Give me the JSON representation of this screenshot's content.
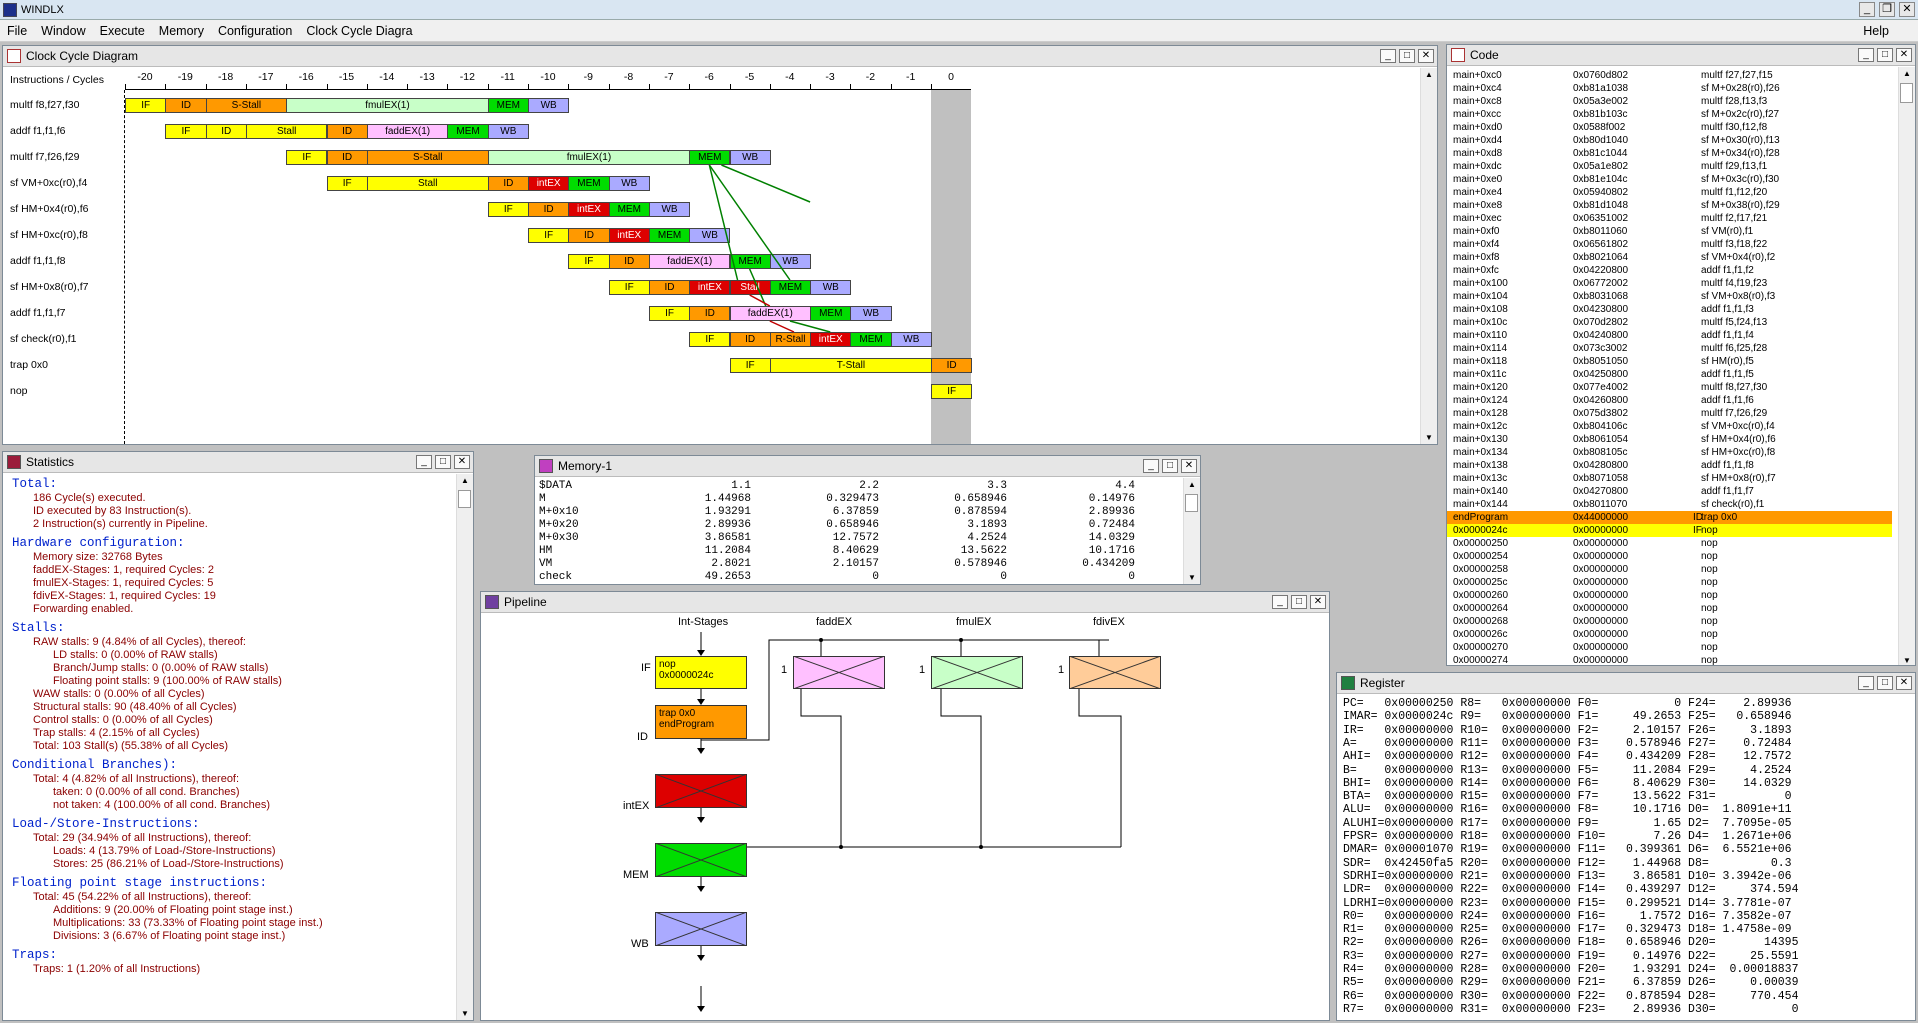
{
  "app": {
    "title": "WINDLX"
  },
  "menu": [
    "File",
    "Window",
    "Execute",
    "Memory",
    "Configuration",
    "Clock Cycle Diagra"
  ],
  "menu_help": "Help",
  "clock": {
    "title": "Clock Cycle Diagram",
    "header": "Instructions / Cycles",
    "ticks": [
      "-20",
      "-19",
      "-18",
      "-17",
      "-16",
      "-15",
      "-14",
      "-13",
      "-12",
      "-11",
      "-10",
      "-9",
      "-8",
      "-7",
      "-6",
      "-5",
      "-4",
      "-3",
      "-2",
      "-1",
      "0"
    ],
    "instructions": [
      "multf f8,f27,f30",
      "addf f1,f1,f6",
      "multf f7,f26,f29",
      "sf VM+0xc(r0),f4",
      "sf HM+0x4(r0),f6",
      "sf HM+0xc(r0),f8",
      "addf f1,f1,f8",
      "sf HM+0x8(r0),f7",
      "addf f1,f1,f7",
      "sf check(r0),f1",
      "trap 0x0",
      "nop"
    ],
    "rows": [
      [
        [
          "IF",
          0,
          1,
          "#ffff00"
        ],
        [
          "ID",
          1,
          1,
          "#ff9900"
        ],
        [
          "S-Stall",
          2,
          2,
          "#ff9900"
        ],
        [
          "fmulEX(1)",
          4,
          5,
          "#c8ffc8"
        ],
        [
          "MEM",
          9,
          1,
          "#00dd00"
        ],
        [
          "WB",
          10,
          1,
          "#aaaaff"
        ]
      ],
      [
        [
          "IF",
          1,
          1,
          "#ffff00"
        ],
        [
          "ID",
          2,
          1,
          "#ffff00"
        ],
        [
          "Stall",
          3,
          2,
          "#ffff00"
        ],
        [
          "ID",
          5,
          1,
          "#ff9900"
        ],
        [
          "faddEX(1)",
          6,
          2,
          "#ffc0ff"
        ],
        [
          "MEM",
          8,
          1,
          "#00dd00"
        ],
        [
          "WB",
          9,
          1,
          "#aaaaff"
        ]
      ],
      [
        [
          "IF",
          4,
          1,
          "#ffff00"
        ],
        [
          "ID",
          5,
          1,
          "#ff9900"
        ],
        [
          "S-Stall",
          6,
          3,
          "#ff9900"
        ],
        [
          "fmulEX(1)",
          9,
          5,
          "#c8ffc8"
        ],
        [
          "MEM",
          14,
          1,
          "#00dd00"
        ],
        [
          "WB",
          15,
          1,
          "#aaaaff"
        ]
      ],
      [
        [
          "IF",
          5,
          1,
          "#ffff00"
        ],
        [
          "Stall",
          6,
          3,
          "#ffff00"
        ],
        [
          "ID",
          9,
          1,
          "#ff9900"
        ],
        [
          "intEX",
          10,
          1,
          "#dd0000"
        ],
        [
          "MEM",
          11,
          1,
          "#00dd00"
        ],
        [
          "WB",
          12,
          1,
          "#aaaaff"
        ]
      ],
      [
        [
          "IF",
          9,
          1,
          "#ffff00"
        ],
        [
          "ID",
          10,
          1,
          "#ff9900"
        ],
        [
          "intEX",
          11,
          1,
          "#dd0000"
        ],
        [
          "MEM",
          12,
          1,
          "#00dd00"
        ],
        [
          "WB",
          13,
          1,
          "#aaaaff"
        ]
      ],
      [
        [
          "IF",
          10,
          1,
          "#ffff00"
        ],
        [
          "ID",
          11,
          1,
          "#ff9900"
        ],
        [
          "intEX",
          12,
          1,
          "#dd0000"
        ],
        [
          "MEM",
          13,
          1,
          "#00dd00"
        ],
        [
          "WB",
          14,
          1,
          "#aaaaff"
        ]
      ],
      [
        [
          "IF",
          11,
          1,
          "#ffff00"
        ],
        [
          "ID",
          12,
          1,
          "#ff9900"
        ],
        [
          "faddEX(1)",
          13,
          2,
          "#ffc0ff"
        ],
        [
          "MEM",
          15,
          1,
          "#00dd00"
        ],
        [
          "WB",
          16,
          1,
          "#aaaaff"
        ]
      ],
      [
        [
          "IF",
          12,
          1,
          "#ffff00"
        ],
        [
          "ID",
          13,
          1,
          "#ff9900"
        ],
        [
          "intEX",
          14,
          1,
          "#dd0000"
        ],
        [
          "Stall",
          15,
          1,
          "#dd0000"
        ],
        [
          "MEM",
          16,
          1,
          "#00dd00"
        ],
        [
          "WB",
          17,
          1,
          "#aaaaff"
        ]
      ],
      [
        [
          "IF",
          13,
          1,
          "#ffff00"
        ],
        [
          "ID",
          14,
          1,
          "#ff9900"
        ],
        [
          "faddEX(1)",
          15,
          2,
          "#ffc0ff"
        ],
        [
          "MEM",
          17,
          1,
          "#00dd00"
        ],
        [
          "WB",
          18,
          1,
          "#aaaaff"
        ]
      ],
      [
        [
          "IF",
          14,
          1,
          "#ffff00"
        ],
        [
          "ID",
          15,
          1,
          "#ff9900"
        ],
        [
          "R-Stall",
          16,
          1,
          "#ff9900"
        ],
        [
          "intEX",
          17,
          1,
          "#dd0000"
        ],
        [
          "MEM",
          18,
          1,
          "#00dd00"
        ],
        [
          "WB",
          19,
          1,
          "#aaaaff"
        ]
      ],
      [
        [
          "IF",
          15,
          1,
          "#ffff00"
        ],
        [
          "T-Stall",
          16,
          4,
          "#ffff00"
        ],
        [
          "ID",
          20,
          1,
          "#ff9900"
        ]
      ],
      [
        [
          "IF",
          20,
          1,
          "#ffff00"
        ]
      ]
    ]
  },
  "stats": {
    "title": "Statistics",
    "lines": [
      [
        "h",
        "Total:"
      ],
      [
        "i",
        "186 Cycle(s) executed."
      ],
      [
        "i",
        "ID executed by 83 Instruction(s)."
      ],
      [
        "i",
        "2 Instruction(s) currently in Pipeline."
      ],
      [
        "g",
        ""
      ],
      [
        "h",
        "Hardware configuration:"
      ],
      [
        "i",
        "Memory size: 32768 Bytes"
      ],
      [
        "i",
        "faddEX-Stages: 1, required Cycles: 2"
      ],
      [
        "i",
        "fmulEX-Stages: 1, required Cycles: 5"
      ],
      [
        "i",
        "fdivEX-Stages: 1, required Cycles: 19"
      ],
      [
        "i",
        "Forwarding enabled."
      ],
      [
        "g",
        ""
      ],
      [
        "h",
        "Stalls:"
      ],
      [
        "i",
        "RAW stalls: 9 (4.84% of all Cycles), thereof:"
      ],
      [
        "j",
        "LD stalls: 0 (0.00% of RAW stalls)"
      ],
      [
        "j",
        "Branch/Jump stalls: 0 (0.00% of RAW stalls)"
      ],
      [
        "j",
        "Floating point stalls: 9 (100.00% of RAW stalls)"
      ],
      [
        "i",
        "WAW stalls: 0 (0.00% of all Cycles)"
      ],
      [
        "i",
        "Structural stalls: 90 (48.40% of all Cycles)"
      ],
      [
        "i",
        "Control stalls: 0 (0.00% of all Cycles)"
      ],
      [
        "i",
        "Trap stalls: 4 (2.15% of all Cycles)"
      ],
      [
        "i",
        "Total: 103 Stall(s) (55.38% of all Cycles)"
      ],
      [
        "g",
        ""
      ],
      [
        "h",
        "Conditional Branches):"
      ],
      [
        "i",
        "Total: 4 (4.82% of all Instructions), thereof:"
      ],
      [
        "j",
        "taken: 0 (0.00% of all cond. Branches)"
      ],
      [
        "j",
        "not taken: 4 (100.00% of all cond. Branches)"
      ],
      [
        "g",
        ""
      ],
      [
        "h",
        "Load-/Store-Instructions:"
      ],
      [
        "i",
        "Total: 29 (34.94% of all Instructions), thereof:"
      ],
      [
        "j",
        "Loads: 4 (13.79% of Load-/Store-Instructions)"
      ],
      [
        "j",
        "Stores: 25 (86.21% of Load-/Store-Instructions)"
      ],
      [
        "g",
        ""
      ],
      [
        "h",
        "Floating point stage instructions:"
      ],
      [
        "i",
        "Total: 45 (54.22% of all Instructions), thereof:"
      ],
      [
        "j",
        "Additions: 9 (20.00% of Floating point stage inst.)"
      ],
      [
        "j",
        "Multiplications: 33 (73.33% of Floating point stage inst.)"
      ],
      [
        "j",
        "Divisions: 3 (6.67% of Floating point stage inst.)"
      ],
      [
        "g",
        ""
      ],
      [
        "h",
        "Traps:"
      ],
      [
        "i",
        "Traps: 1 (1.20% of all Instructions)"
      ]
    ]
  },
  "memory": {
    "title": "Memory-1",
    "rows": [
      [
        "$DATA",
        "1.1",
        "2.2",
        "3.3",
        "4.4"
      ],
      [
        "M",
        "1.44968",
        "0.329473",
        "0.658946",
        "0.14976"
      ],
      [
        "M+0x10",
        "1.93291",
        "6.37859",
        "0.878594",
        "2.89936"
      ],
      [
        "M+0x20",
        "2.89936",
        "0.658946",
        "3.1893",
        "0.72484"
      ],
      [
        "M+0x30",
        "3.86581",
        "12.7572",
        "4.2524",
        "14.0329"
      ],
      [
        "HM",
        "11.2084",
        "8.40629",
        "13.5622",
        "10.1716"
      ],
      [
        "VM",
        "2.8021",
        "2.10157",
        "0.578946",
        "0.434209"
      ],
      [
        "check",
        "49.2653",
        "0",
        "0",
        "0"
      ]
    ]
  },
  "pipeline": {
    "title": "Pipeline",
    "int_stages": "Int-Stages",
    "fadd": "faddEX",
    "fmul": "fmulEX",
    "fdiv": "fdivEX",
    "one": "1",
    "if_label": "IF",
    "id_label": "ID",
    "intex_label": "intEX",
    "mem_label": "MEM",
    "wb_label": "WB",
    "if_instr": "nop",
    "if_addr": "0x0000024c",
    "id_instr": "trap 0x0",
    "id_addr": "endProgram"
  },
  "code": {
    "title": "Code",
    "rows": [
      [
        "main+0xc0",
        "0x0760d802",
        "",
        "multf f27,f27,f15"
      ],
      [
        "main+0xc4",
        "0xb81a1038",
        "",
        "sf M+0x28(r0),f26"
      ],
      [
        "main+0xc8",
        "0x05a3e002",
        "",
        "multf f28,f13,f3"
      ],
      [
        "main+0xcc",
        "0xb81b103c",
        "",
        "sf M+0x2c(r0),f27"
      ],
      [
        "main+0xd0",
        "0x0588f002",
        "",
        "multf f30,f12,f8"
      ],
      [
        "main+0xd4",
        "0xb80d1040",
        "",
        "sf M+0x30(r0),f13"
      ],
      [
        "main+0xd8",
        "0xb81c1044",
        "",
        "sf M+0x34(r0),f28"
      ],
      [
        "main+0xdc",
        "0x05a1e802",
        "",
        "multf f29,f13,f1"
      ],
      [
        "main+0xe0",
        "0xb81e104c",
        "",
        "sf M+0x3c(r0),f30"
      ],
      [
        "main+0xe4",
        "0x05940802",
        "",
        "multf f1,f12,f20"
      ],
      [
        "main+0xe8",
        "0xb81d1048",
        "",
        "sf M+0x38(r0),f29"
      ],
      [
        "main+0xec",
        "0x06351002",
        "",
        "multf f2,f17,f21"
      ],
      [
        "main+0xf0",
        "0xb8011060",
        "",
        "sf VM(r0),f1"
      ],
      [
        "main+0xf4",
        "0x06561802",
        "",
        "multf f3,f18,f22"
      ],
      [
        "main+0xf8",
        "0xb8021064",
        "",
        "sf VM+0x4(r0),f2"
      ],
      [
        "main+0xfc",
        "0x04220800",
        "",
        "addf f1,f1,f2"
      ],
      [
        "main+0x100",
        "0x06772002",
        "",
        "multf f4,f19,f23"
      ],
      [
        "main+0x104",
        "0xb8031068",
        "",
        "sf VM+0x8(r0),f3"
      ],
      [
        "main+0x108",
        "0x04230800",
        "",
        "addf f1,f1,f3"
      ],
      [
        "main+0x10c",
        "0x070d2802",
        "",
        "multf f5,f24,f13"
      ],
      [
        "main+0x110",
        "0x04240800",
        "",
        "addf f1,f1,f4"
      ],
      [
        "main+0x114",
        "0x073c3002",
        "",
        "multf f6,f25,f28"
      ],
      [
        "main+0x118",
        "0xb8051050",
        "",
        "sf HM(r0),f5"
      ],
      [
        "main+0x11c",
        "0x04250800",
        "",
        "addf f1,f1,f5"
      ],
      [
        "main+0x120",
        "0x077e4002",
        "",
        "multf f8,f27,f30"
      ],
      [
        "main+0x124",
        "0x04260800",
        "",
        "addf f1,f1,f6"
      ],
      [
        "main+0x128",
        "0x075d3802",
        "",
        "multf f7,f26,f29"
      ],
      [
        "main+0x12c",
        "0xb804106c",
        "",
        "sf VM+0xc(r0),f4"
      ],
      [
        "main+0x130",
        "0xb8061054",
        "",
        "sf HM+0x4(r0),f6"
      ],
      [
        "main+0x134",
        "0xb808105c",
        "",
        "sf HM+0xc(r0),f8"
      ],
      [
        "main+0x138",
        "0x04280800",
        "",
        "addf f1,f1,f8"
      ],
      [
        "main+0x13c",
        "0xb8071058",
        "",
        "sf HM+0x8(r0),f7"
      ],
      [
        "main+0x140",
        "0x04270800",
        "",
        "addf f1,f1,f7"
      ],
      [
        "main+0x144",
        "0xb8011070",
        "",
        "sf check(r0),f1"
      ],
      [
        "endProgram",
        "0x44000000",
        "ID",
        "trap 0x0"
      ],
      [
        "0x0000024c",
        "0x00000000",
        "IF",
        "nop"
      ],
      [
        "0x00000250",
        "0x00000000",
        "",
        "nop"
      ],
      [
        "0x00000254",
        "0x00000000",
        "",
        "nop"
      ],
      [
        "0x00000258",
        "0x00000000",
        "",
        "nop"
      ],
      [
        "0x0000025c",
        "0x00000000",
        "",
        "nop"
      ],
      [
        "0x00000260",
        "0x00000000",
        "",
        "nop"
      ],
      [
        "0x00000264",
        "0x00000000",
        "",
        "nop"
      ],
      [
        "0x00000268",
        "0x00000000",
        "",
        "nop"
      ],
      [
        "0x0000026c",
        "0x00000000",
        "",
        "nop"
      ],
      [
        "0x00000270",
        "0x00000000",
        "",
        "nop"
      ],
      [
        "0x00000274",
        "0x00000000",
        "",
        "nop"
      ]
    ]
  },
  "register": {
    "title": "Register",
    "lines": [
      "PC=   0x00000250 R8=   0x00000000 F0=           0 F24=    2.89936",
      "IMAR= 0x0000024c R9=   0x00000000 F1=     49.2653 F25=   0.658946",
      "IR=   0x00000000 R10=  0x00000000 F2=     2.10157 F26=     3.1893",
      "A=    0x00000000 R11=  0x00000000 F3=    0.578946 F27=    0.72484",
      "AHI=  0x00000000 R12=  0x00000000 F4=    0.434209 F28=    12.7572",
      "B=    0x00000000 R13=  0x00000000 F5=     11.2084 F29=     4.2524",
      "BHI=  0x00000000 R14=  0x00000000 F6=     8.40629 F30=    14.0329",
      "BTA=  0x00000000 R15=  0x00000000 F7=     13.5622 F31=          0",
      "ALU=  0x00000000 R16=  0x00000000 F8=     10.1716 D0=  1.8091e+11",
      "ALUHI=0x00000000 R17=  0x00000000 F9=        1.65 D2=  7.7095e-05",
      "FPSR= 0x00000000 R18=  0x00000000 F10=       7.26 D4=  1.2671e+06",
      "DMAR= 0x00001070 R19=  0x00000000 F11=   0.399361 D6=  6.5521e+06",
      "SDR=  0x42450fa5 R20=  0x00000000 F12=    1.44968 D8=         0.3",
      "SDRHI=0x00000000 R21=  0x00000000 F13=    3.86581 D10= 3.3942e-06",
      "LDR=  0x00000000 R22=  0x00000000 F14=   0.439297 D12=     374.594",
      "LDRHI=0x00000000 R23=  0x00000000 F15=   0.299521 D14= 3.7781e-07",
      "R0=   0x00000000 R24=  0x00000000 F16=     1.7572 D16= 7.3582e-07",
      "R1=   0x00000000 R25=  0x00000000 F17=   0.329473 D18= 1.4758e-09",
      "R2=   0x00000000 R26=  0x00000000 F18=   0.658946 D20=       14395",
      "R3=   0x00000000 R27=  0x00000000 F19=    0.14976 D22=     25.5591",
      "R4=   0x00000000 R28=  0x00000000 F20=    1.93291 D24=  0.00018837",
      "R5=   0x00000000 R29=  0x00000000 F21=    6.37859 D26=     0.00039",
      "R6=   0x00000000 R30=  0x00000000 F22=   0.878594 D28=     770.454",
      "R7=   0x00000000 R31=  0x00000000 F23=    2.89936 D30=           0"
    ]
  }
}
